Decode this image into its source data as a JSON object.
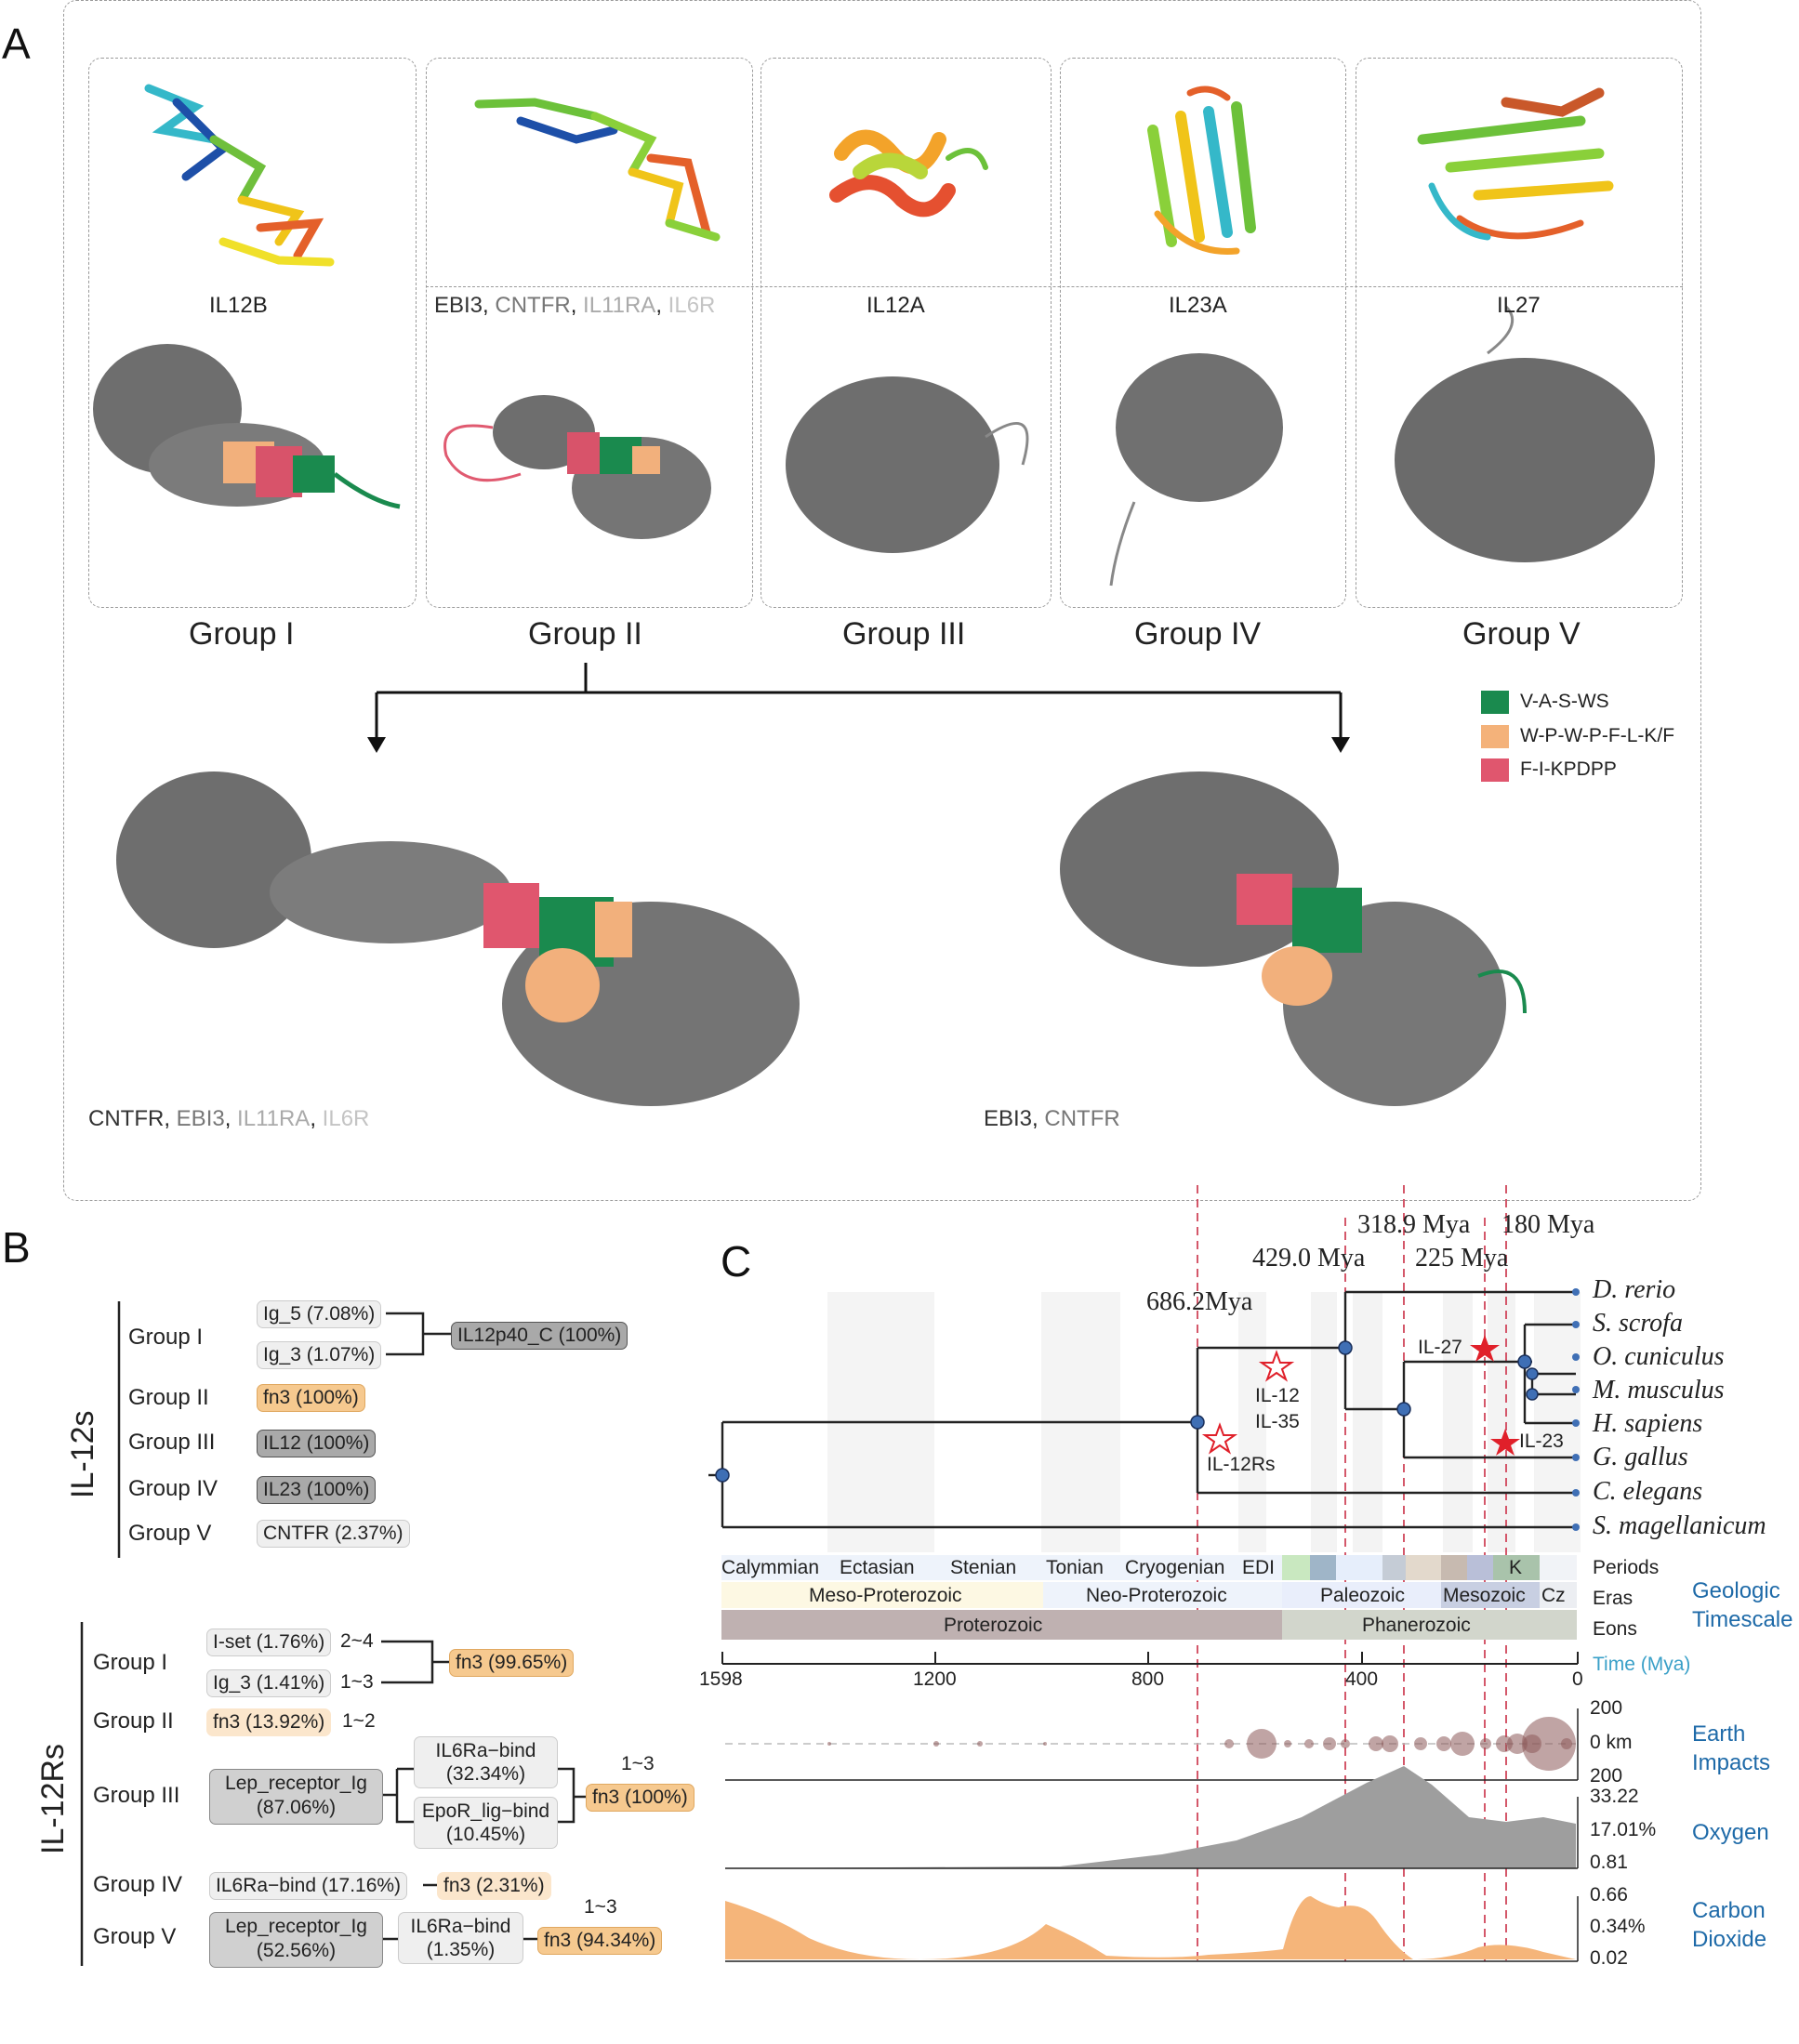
{
  "panelA": {
    "letter": "A",
    "top_labels": {
      "il12b": "IL12B",
      "group2_names": [
        "EBI3",
        "CNTFR",
        "IL11RA",
        "IL6R"
      ],
      "il12a": "IL12A",
      "il23a": "IL23A",
      "il27": "IL27"
    },
    "groups": [
      "Group I",
      "Group II",
      "Group III",
      "Group IV",
      "Group V"
    ],
    "legend": [
      {
        "label": "V-A-S-WS",
        "color": "#1a8a4e"
      },
      {
        "label": "W-P-W-P-F-L-K/F",
        "color": "#f4b27a"
      },
      {
        "label": "F-I-KPDPP",
        "color": "#e0566e"
      }
    ],
    "bottom_left_names": [
      "CNTFR",
      "EBI3",
      "IL11RA",
      "IL6R"
    ],
    "bottom_right_names": [
      "EBI3",
      "CNTFR"
    ]
  },
  "panelB": {
    "letter": "B",
    "il12s_title": "IL-12s",
    "il12rs_title": "IL-12Rs",
    "il12s": {
      "group1": {
        "label": "Group I",
        "a": "Ig_5 (7.08%)",
        "b": "Ig_3 (1.07%)",
        "c": "IL12p40_C (100%)"
      },
      "group2": {
        "label": "Group II",
        "a": "fn3 (100%)"
      },
      "group3": {
        "label": "Group III",
        "a": "IL12 (100%)"
      },
      "group4": {
        "label": "Group IV",
        "a": "IL23 (100%)"
      },
      "group5": {
        "label": "Group V",
        "a": "CNTFR (2.37%)"
      }
    },
    "il12rs": {
      "group1": {
        "label": "Group I",
        "a": "I-set (1.76%)",
        "a_n": "2~4",
        "b": "Ig_3 (1.41%)",
        "b_n": "1~3",
        "c": "fn3 (99.65%)"
      },
      "group2": {
        "label": "Group II",
        "a": "fn3 (13.92%)",
        "a_n": "1~2"
      },
      "group3": {
        "label": "Group III",
        "a": "Lep_receptor_Ig\n(87.06%)",
        "b": "IL6Ra−bind\n(32.34%)",
        "c": "EpoR_lig−bind\n(10.45%)",
        "n": "1~3",
        "d": "fn3 (100%)"
      },
      "group4": {
        "label": "Group IV",
        "a": "IL6Ra−bind (17.16%)",
        "b": "fn3 (2.31%)"
      },
      "group5": {
        "label": "Group V",
        "a": "Lep_receptor_Ig\n(52.56%)",
        "b": "IL6Ra−bind\n(1.35%)",
        "n": "1~3",
        "c": "fn3 (94.34%)"
      }
    }
  },
  "panelC": {
    "letter": "C",
    "node_labels": [
      "686.2Mya",
      "429.0 Mya",
      "318.9 Mya",
      "225 Mya",
      "180 Mya"
    ],
    "species": [
      "D. rerio",
      "S. scrofa",
      "O. cuniculus",
      "M. musculus",
      "H. sapiens",
      "G. gallus",
      "C. elegans",
      "S. magellanicum"
    ],
    "events": {
      "il12rs": "IL-12Rs",
      "il12": "IL-12",
      "il35": "IL-35",
      "il27": "IL-27",
      "il23": "IL-23"
    },
    "periods": [
      "Calymmian",
      "Ectasian",
      "Stenian",
      "Tonian",
      "Cryogenian",
      "EDI",
      "K"
    ],
    "eras": [
      "Meso-Proterozoic",
      "Neo-Proterozoic",
      "Paleozoic",
      "Mesozoic",
      "Cz"
    ],
    "eons": [
      "Proterozoic",
      "Phanerozoic"
    ],
    "row_labels": {
      "periods": "Periods",
      "eras": "Eras",
      "eons": "Eons",
      "time": "Time (Mya)"
    },
    "geologic_timescale": "Geologic\nTimescale",
    "axis_ticks": [
      "1598",
      "1200",
      "800",
      "400",
      "0"
    ],
    "impacts": {
      "label": "Earth\nImpacts",
      "ticks": [
        "200",
        "0 km",
        "200"
      ]
    },
    "oxygen": {
      "label": "Oxygen",
      "ticks": [
        "33.22",
        "17.01%",
        "0.81"
      ]
    },
    "co2": {
      "label": "Carbon\nDioxide",
      "ticks": [
        "0.66",
        "0.34%",
        "0.02"
      ]
    },
    "colors": {
      "oxygen": "#9e9e9e",
      "co2": "#f5b57a",
      "impact": "#8c5a5a",
      "node": "#3f6fb5",
      "star": "#e0202a"
    }
  }
}
